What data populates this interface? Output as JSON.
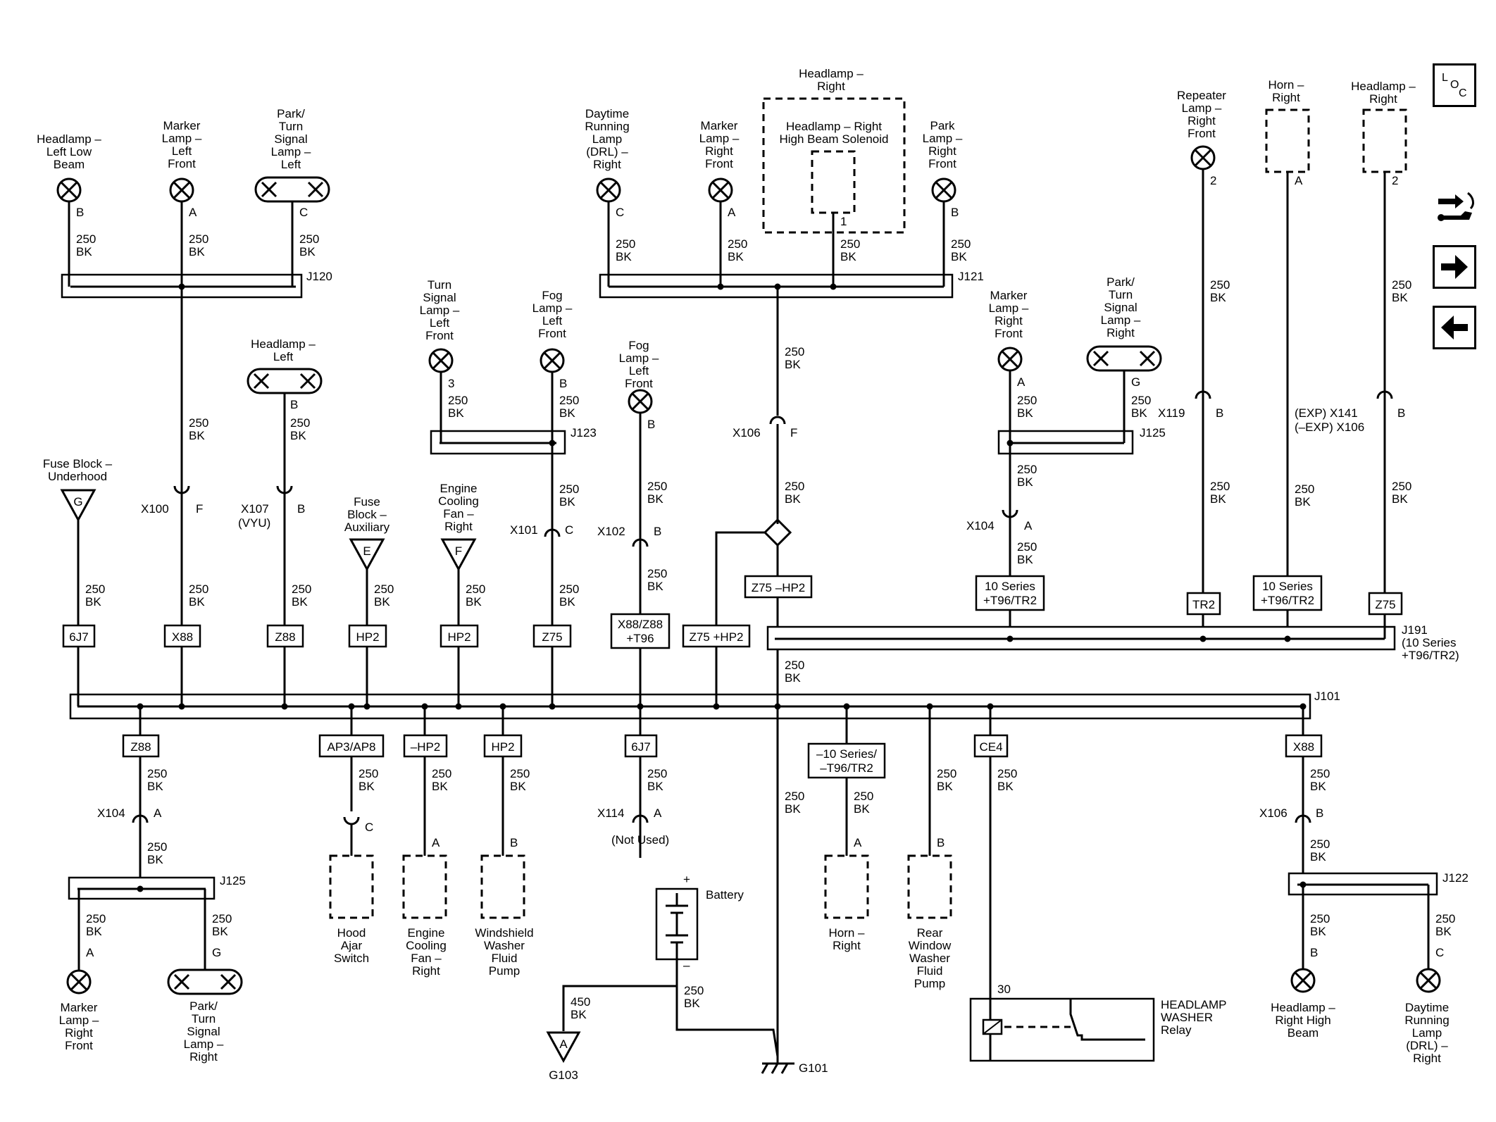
{
  "diagram": {
    "nav": {
      "loc": [
        "L",
        "O",
        "C"
      ],
      "icons": [
        "wrench-arrows-icon",
        "arrow-right-icon",
        "arrow-left-icon"
      ]
    },
    "lamps": {
      "hl_left_low": [
        "Headlamp –",
        "Left Low",
        "Beam"
      ],
      "marker_lf_top": [
        "Marker",
        "Lamp –",
        "Left",
        "Front"
      ],
      "park_left_top": [
        "Park/",
        "Turn",
        "Signal",
        "Lamp –",
        "Left"
      ],
      "drl_right_top": [
        "Daytime",
        "Running",
        "Lamp",
        "(DRL) –",
        "Right"
      ],
      "marker_rf_top": [
        "Marker",
        "Lamp –",
        "Right",
        "Front"
      ],
      "hl_right_group": [
        "Headlamp –",
        "Right"
      ],
      "hl_right_solenoid": [
        "Headlamp – Right",
        "High Beam Solenoid"
      ],
      "park_rf_top": [
        "Park",
        "Lamp –",
        "Right",
        "Front"
      ],
      "repeater": [
        "Repeater",
        "Lamp –",
        "Right",
        "Front"
      ],
      "horn_right_top": [
        "Horn –",
        "Right"
      ],
      "hl_right_top": [
        "Headlamp –",
        "Right"
      ],
      "hl_left": [
        "Headlamp –",
        "Left"
      ],
      "turn_lf": [
        "Turn",
        "Signal",
        "Lamp –",
        "Left",
        "Front"
      ],
      "fog_lf_a": [
        "Fog",
        "Lamp –",
        "Left",
        "Front"
      ],
      "fog_lf_b": [
        "Fog",
        "Lamp –",
        "Left",
        "Front"
      ],
      "marker_rf_mid": [
        "Marker",
        "Lamp –",
        "Right",
        "Front"
      ],
      "park_right_mid": [
        "Park/",
        "Turn",
        "Signal",
        "Lamp –",
        "Right"
      ],
      "fuse_underhood": [
        "Fuse Block –",
        "Underhood"
      ],
      "fuse_aux": [
        "Fuse",
        "Block –",
        "Auxiliary"
      ],
      "eng_fan_top": [
        "Engine",
        "Cooling",
        "Fan –",
        "Right"
      ],
      "marker_rf_bottom": [
        "Marker",
        "Lamp –",
        "Right",
        "Front"
      ],
      "park_right_bottom": [
        "Park/",
        "Turn",
        "Signal",
        "Lamp –",
        "Right"
      ],
      "hood_ajar": [
        "Hood",
        "Ajar",
        "Switch"
      ],
      "eng_fan_bottom": [
        "Engine",
        "Cooling",
        "Fan –",
        "Right"
      ],
      "washer_pump": [
        "Windshield",
        "Washer",
        "Fluid",
        "Pump"
      ],
      "horn_right_bottom": [
        "Horn –",
        "Right"
      ],
      "rear_washer": [
        "Rear",
        "Window",
        "Washer",
        "Fluid",
        "Pump"
      ],
      "hl_right_high": [
        "Headlamp –",
        "Right High",
        "Beam"
      ],
      "drl_right_bottom": [
        "Daytime",
        "Running",
        "Lamp",
        "(DRL) –",
        "Right"
      ],
      "battery": "Battery",
      "relay": [
        "HEADLAMP",
        "WASHER",
        "Relay"
      ]
    },
    "wire": {
      "gauge": "250",
      "color": "BK",
      "gauge_450": "450"
    },
    "pins": {
      "B": "B",
      "A": "A",
      "C": "C",
      "G": "G",
      "F": "F",
      "E": "E",
      "p1": "1",
      "p2": "2",
      "p3": "3",
      "p30": "30",
      "plus": "+",
      "minus": "–"
    },
    "splices": {
      "J120": "J120",
      "J121": "J121",
      "J123": "J123",
      "J125": "J125",
      "J101": "J101",
      "J122": "J122",
      "J191": [
        "J191",
        "(10 Series",
        "+T96/TR2)"
      ]
    },
    "connectors": {
      "X100": "X100",
      "X107": "X107",
      "X107_note": "(VYU)",
      "X101": "X101",
      "X102": "X102",
      "X106": "X106",
      "X104": "X104",
      "X119": "X119",
      "X141": "(EXP) X141",
      "X106b": "(–EXP) X106",
      "X114": "X114",
      "X114_note": "(Not Used)"
    },
    "options": {
      "6J7": "6J7",
      "X88": "X88",
      "Z88": "Z88",
      "HP2": "HP2",
      "Z75": "Z75",
      "X88Z88": [
        "X88/Z88",
        "+T96"
      ],
      "Z75_HP2": "Z75 +HP2",
      "Z75_mHP2": "Z75 –HP2",
      "series10": [
        "10 Series",
        "+T96/TR2"
      ],
      "TR2": "TR2",
      "AP3": "AP3/AP8",
      "mHP2": "–HP2",
      "CE4": "CE4",
      "mseries10": [
        "–10 Series/",
        "–T96/TR2"
      ]
    },
    "grounds": {
      "G103": "G103",
      "G101": "G101"
    }
  }
}
